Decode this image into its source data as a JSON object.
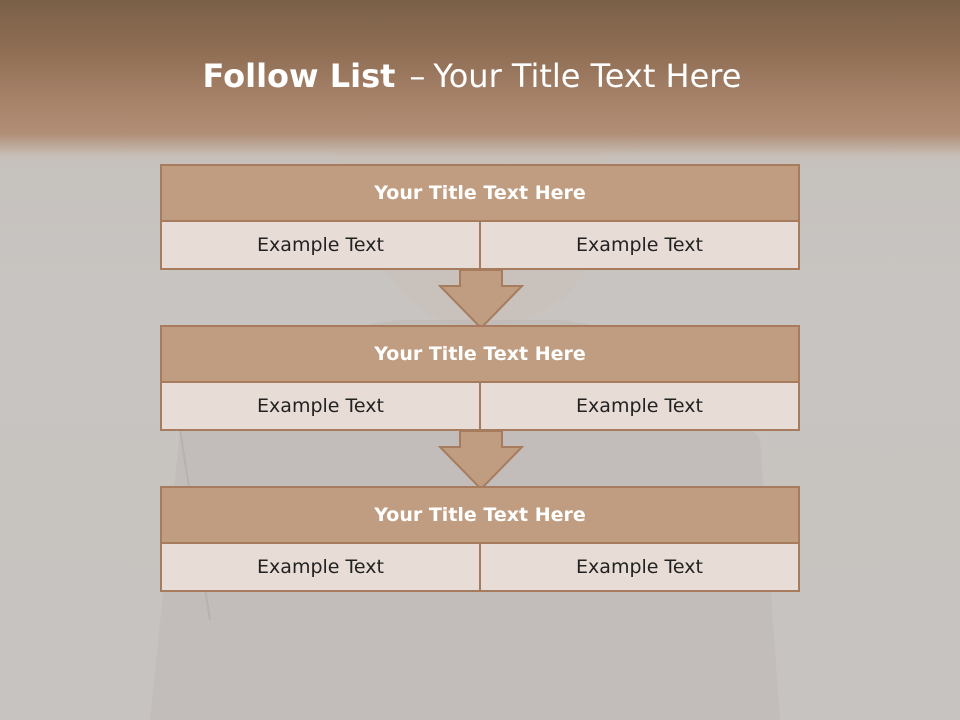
{
  "title": {
    "bold_part": "Follow List",
    "dash": "–",
    "rest": "Your Title Text Here"
  },
  "blocks": [
    {
      "title": "Your Title Text Here",
      "left": "Example Text",
      "right": "Example Text"
    },
    {
      "title": "Your Title Text Here",
      "left": "Example Text",
      "right": "Example Text"
    },
    {
      "title": "Your Title Text Here",
      "left": "Example Text",
      "right": "Example Text"
    }
  ],
  "colors": {
    "header_brown": "#8f6e54",
    "block_title_fill": "#c09d80",
    "block_border": "#a77c5e",
    "cell_fill": "#e8dcd6",
    "arrow_fill": "#c09d80"
  }
}
